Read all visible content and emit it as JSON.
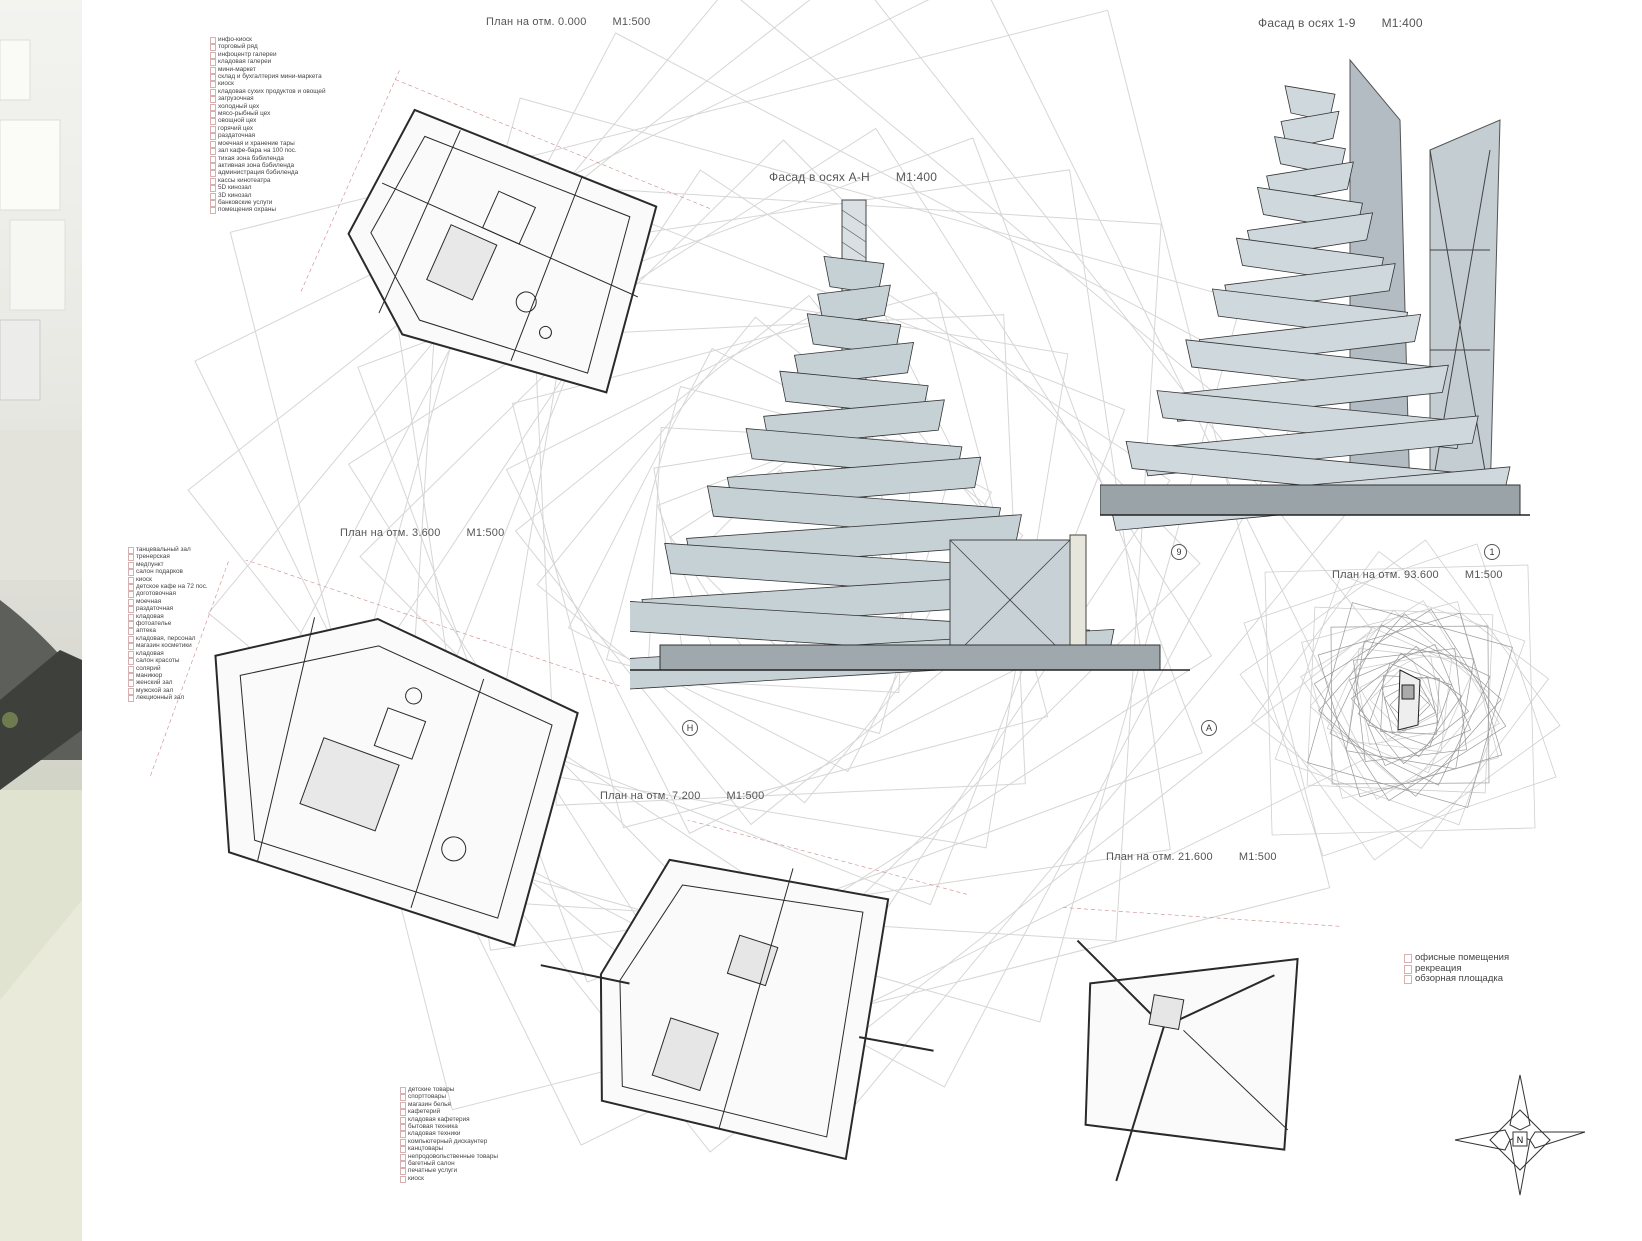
{
  "titles": {
    "plan_0": "План на отм. 0.000",
    "plan_0_scale": "М1:500",
    "facade_19": "Фасад в осях 1-9",
    "facade_19_scale": "М1:400",
    "facade_ah": "Фасад в осях А-Н",
    "facade_ah_scale": "М1:400",
    "plan_3600": "План на отм. 3.600",
    "plan_3600_scale": "М1:500",
    "plan_93600": "План на отм. 93.600",
    "plan_93600_scale": "М1:500",
    "plan_7200": "План на отм. 7.200",
    "plan_7200_scale": "М1:500",
    "plan_21600": "План на отм. 21.600",
    "plan_21600_scale": "М1:500"
  },
  "axis_markers": {
    "facade_ah_left": "Н",
    "facade_ah_right": "А",
    "facade_19_left": "9",
    "facade_19_right": "1"
  },
  "legend_ground": [
    "инфо-киоск",
    "торговый ряд",
    "инфоцентр галереи",
    "кладовая галереи",
    "мини-маркет",
    "склад и бухгалтерия мини-маркета",
    "киоск",
    "кладовая сухих продуктов и овощей",
    "загрузочная",
    "холодный цех",
    "мясо-рыбный цех",
    "овощной цех",
    "горячий цех",
    "раздаточная",
    "моечная и хранение тары",
    "зал кафе-бара на 100 пос.",
    "тихая зона бэбиленда",
    "активная зона бэбиленда",
    "администрация бэбиленда",
    "кассы кинотеатра",
    "5D кинозал",
    "3D кинозал",
    "банковские услуги",
    "помещения охраны"
  ],
  "legend_3600": [
    "танцевальный зал",
    "тренерская",
    "медпункт",
    "салон подарков",
    "киоск",
    "детское кафе на 72 пос.",
    "доготовочная",
    "моечная",
    "раздаточная",
    "кладовая",
    "фотоателье",
    "аптека",
    "кладовая, персонал",
    "магазин косметики",
    "кладовая",
    "салон красоты",
    "солярий",
    "маникюр",
    "женский зал",
    "мужской зал",
    "лекционный зал"
  ],
  "legend_7200": [
    "детские товары",
    "спорттовары",
    "магазин белья",
    "кафетерий",
    "кладовая кафетерия",
    "бытовая техника",
    "кладовая техники",
    "компьютерный дискаунтер",
    "канцтовары",
    "непродовольственные товары",
    "багетный салон",
    "печатные услуги",
    "киоск"
  ],
  "legend_21600": [
    "офисные помещения",
    "рекреация",
    "обзорная площадка"
  ],
  "compass": {
    "north_label": "N"
  },
  "colors": {
    "line": "#9a9a9a",
    "ink": "#2a2a2a",
    "glass": "#b9c6cc",
    "axis_red": "#c98a8a"
  }
}
